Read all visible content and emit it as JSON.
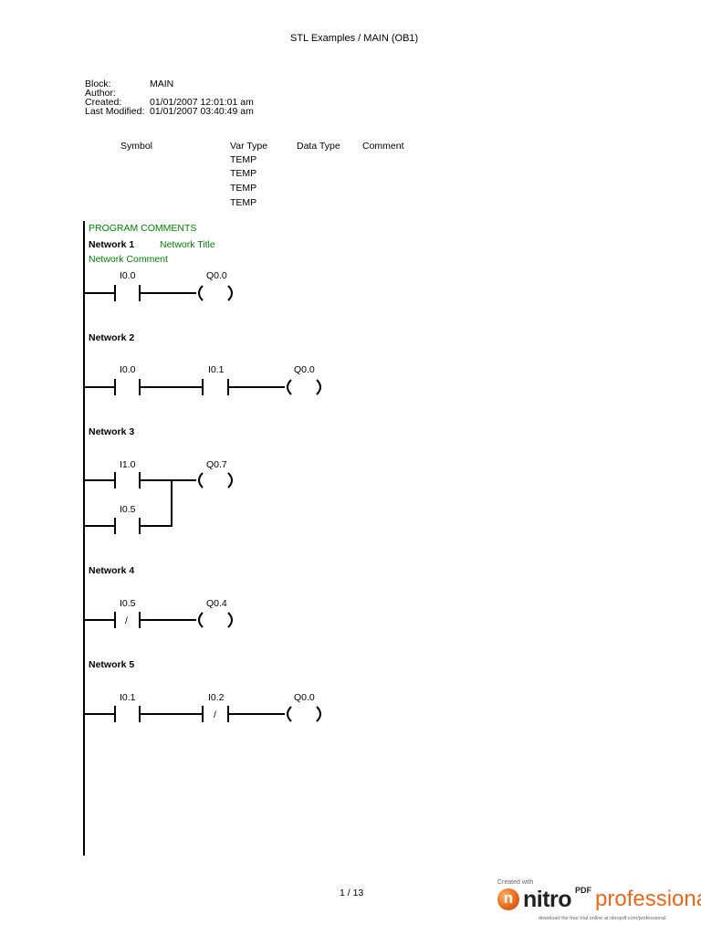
{
  "header": {
    "title": "STL Examples  /  MAIN (OB1)"
  },
  "block_info": {
    "block_label": "Block:",
    "block_value": "MAIN",
    "author_label": "Author:",
    "author_value": "",
    "created_label": "Created:",
    "created_value": "01/01/2007  12:01:01 am",
    "modified_label": "Last Modified:",
    "modified_value": "01/01/2007  03:40:49 am"
  },
  "var_table": {
    "columns": [
      "Symbol",
      "Var Type",
      "Data Type",
      "Comment"
    ],
    "rows": [
      {
        "var_type": "TEMP"
      },
      {
        "var_type": "TEMP"
      },
      {
        "var_type": "TEMP"
      },
      {
        "var_type": "TEMP"
      }
    ]
  },
  "program": {
    "program_comments": "PROGRAM COMMENTS",
    "networks": [
      {
        "label": "Network 1",
        "title": "Network Title",
        "comment": "Network Comment",
        "contacts": [
          {
            "address": "I0.0",
            "negated": false
          }
        ],
        "coil": "Q0.0"
      },
      {
        "label": "Network 2",
        "contacts": [
          {
            "address": "I0.0",
            "negated": false
          },
          {
            "address": "I0.1",
            "negated": false
          }
        ],
        "coil": "Q0.0"
      },
      {
        "label": "Network 3",
        "contacts": [
          {
            "address": "I1.0",
            "negated": false
          }
        ],
        "parallel_contacts": [
          {
            "address": "I0.5",
            "negated": false
          }
        ],
        "coil": "Q0.7"
      },
      {
        "label": "Network 4",
        "contacts": [
          {
            "address": "I0.5",
            "negated": true,
            "symbol": "/"
          }
        ],
        "coil": "Q0.4"
      },
      {
        "label": "Network 5",
        "contacts": [
          {
            "address": "I0.1",
            "negated": false
          },
          {
            "address": "I0.2",
            "negated": true,
            "symbol": "/"
          }
        ],
        "coil": "Q0.0"
      }
    ]
  },
  "footer": {
    "page_indicator": "1 / 13"
  },
  "watermark": {
    "created_with": "Created with",
    "brand": "nitro",
    "brand_sup": "PDF",
    "edition": "professional",
    "tagline": "download the free trial online at nitropdf.com/professional",
    "accent_color": "#e9681b"
  }
}
